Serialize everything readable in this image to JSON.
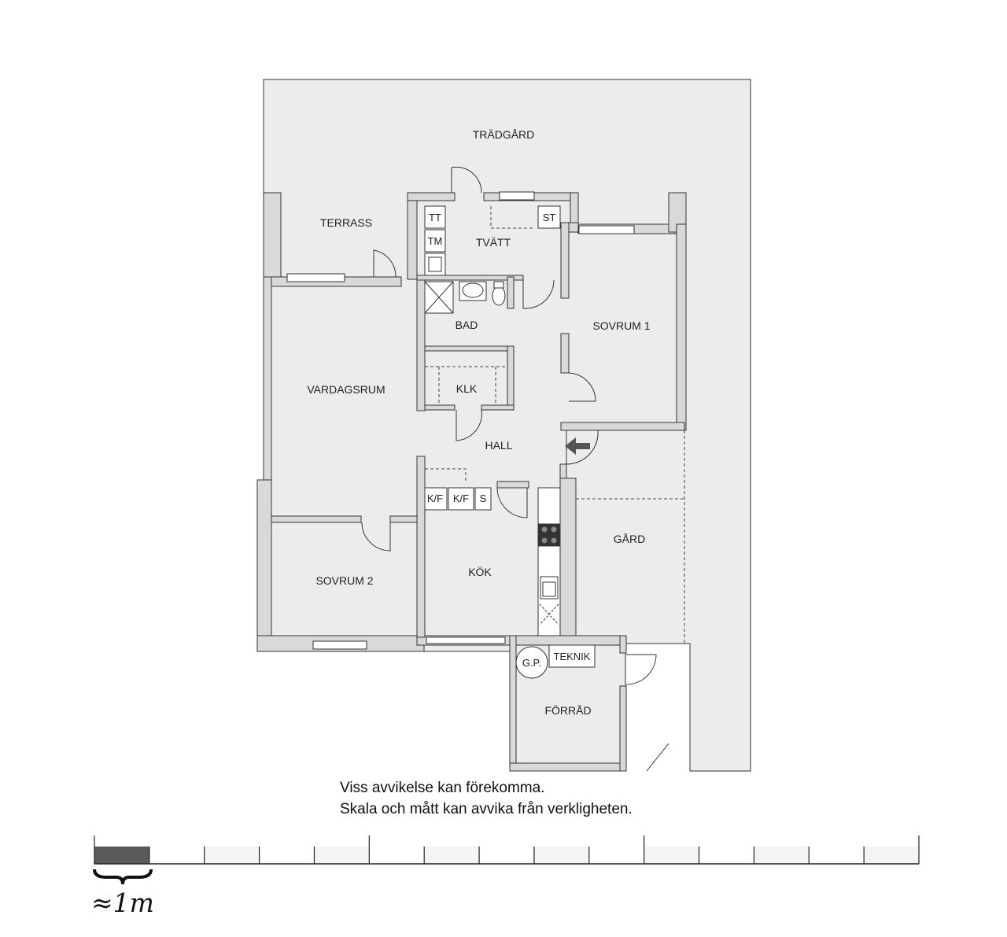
{
  "rooms": {
    "tradgard": "TRÄDGÅRD",
    "terrass": "TERRASS",
    "tvatt": "TVÄTT",
    "tt": "TT",
    "tm": "TM",
    "st": "ST",
    "bad": "BAD",
    "sovrum1": "SOVRUM 1",
    "vardagsrum": "VARDAGSRUM",
    "klk": "KLK",
    "hall": "HALL",
    "kf1": "K/F",
    "kf2": "K/F",
    "s": "S",
    "gard": "GÅRD",
    "kok": "KÖK",
    "sovrum2": "SOVRUM 2",
    "gp": "G.P.",
    "teknik": "TEKNIK",
    "forrad": "FÖRRÅD"
  },
  "notes": {
    "line1": "Viss avvikelse kan förekomma.",
    "line2": "Skala och mått kan avvika från verkligheten."
  },
  "scale": {
    "label": "≈1m",
    "segments": 15
  },
  "colors": {
    "wall": "#d9d9d9",
    "outline": "#333333",
    "ground": "#ececec",
    "scale_fill": "#5a5a5a"
  }
}
